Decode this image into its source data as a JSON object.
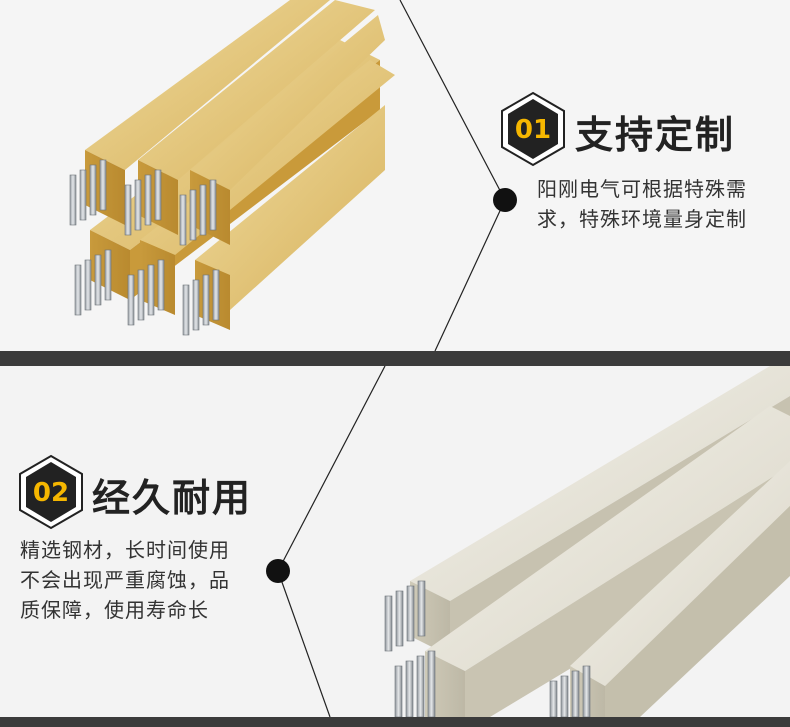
{
  "features": [
    {
      "number": "01",
      "title": "支持定制",
      "description": "阳刚电气可根据特殊需求，特殊环境量身定制",
      "desc_lines": [
        "阳刚电气可根据特殊需",
        "求，特殊环境量身定制"
      ],
      "product_color": "#d9b65c"
    },
    {
      "number": "02",
      "title": "经久耐用",
      "description": "精选钢材，长时间使用不会出现严重腐蚀，品质保障，使用寿命长",
      "desc_lines": [
        "精选钢材，长时间使用",
        "不会出现严重腐蚀，品",
        "质保障，使用寿命长"
      ],
      "product_color": "#e6e3d7"
    }
  ],
  "colors": {
    "accent": "#f6b700",
    "badge": "#222222",
    "divider": "#3b3b3b"
  },
  "icons": [
    "hexagon-badge-icon",
    "timeline-dot-icon"
  ]
}
